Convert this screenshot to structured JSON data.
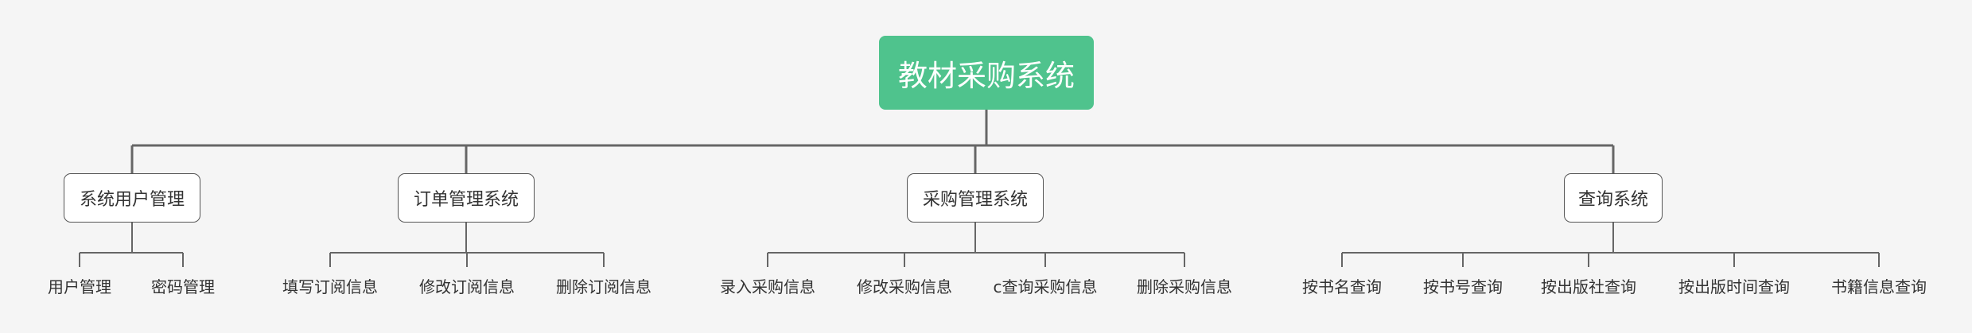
{
  "colors": {
    "background": "#f5f5f5",
    "root_fill": "#4fc38d",
    "root_text": "#ffffff",
    "node_border": "#555555",
    "connector": "#666666",
    "text": "#333333"
  },
  "root": {
    "label": "教材采购系统"
  },
  "categories": [
    {
      "label": "系统用户管理",
      "children": [
        "用户管理",
        "密码管理"
      ]
    },
    {
      "label": "订单管理系统",
      "children": [
        "填写订阅信息",
        "修改订阅信息",
        "删除订阅信息"
      ]
    },
    {
      "label": "采购管理系统",
      "children": [
        "录入采购信息",
        "修改采购信息",
        "c查询采购信息",
        "删除采购信息"
      ]
    },
    {
      "label": "查询系统",
      "children": [
        "按书名查询",
        "按书号查询",
        "按出版社查询",
        "按出版时间查询",
        "书籍信息查询"
      ]
    }
  ]
}
